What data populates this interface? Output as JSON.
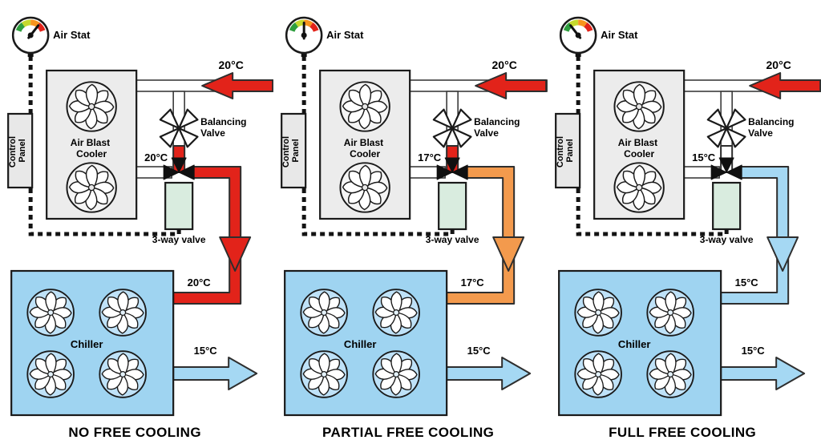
{
  "labels": {
    "air_stat": "Air Stat",
    "control_panel_line1": "Control",
    "control_panel_line2": "Panel",
    "cooler_line1": "Air Blast",
    "cooler_line2": "Cooler",
    "balancing_valve_line1": "Balancing",
    "balancing_valve_line2": "Valve",
    "three_way_valve": "3-way valve",
    "chiller": "Chiller"
  },
  "colors": {
    "hot": "#e2231a",
    "warm": "#f39a4d",
    "cold": "#a5d8f3",
    "chiller_fill": "#9fd4f1",
    "cooler_fill": "#ececec",
    "valve_body_fill": "#d9ecdf"
  },
  "panels": [
    {
      "caption": "NO FREE COOLING",
      "return_temp": "20°C",
      "mid_temp": "20°C",
      "chiller_inlet_temp": "20°C",
      "chiller_outlet_temp": "15°C",
      "supply_color": "#e2231a",
      "bypass_color": "#e2231a",
      "gauge_needle_angle": 38
    },
    {
      "caption": "PARTIAL FREE COOLING",
      "return_temp": "20°C",
      "mid_temp": "17°C",
      "chiller_inlet_temp": "17°C",
      "chiller_outlet_temp": "15°C",
      "supply_color": "#f39a4d",
      "bypass_color": "#e2231a",
      "gauge_needle_angle": 0
    },
    {
      "caption": "FULL FREE COOLING",
      "return_temp": "20°C",
      "mid_temp": "15°C",
      "chiller_inlet_temp": "15°C",
      "chiller_outlet_temp": "15°C",
      "supply_color": "#a5d8f3",
      "bypass_color": "#ffffff",
      "gauge_needle_angle": -38
    }
  ]
}
